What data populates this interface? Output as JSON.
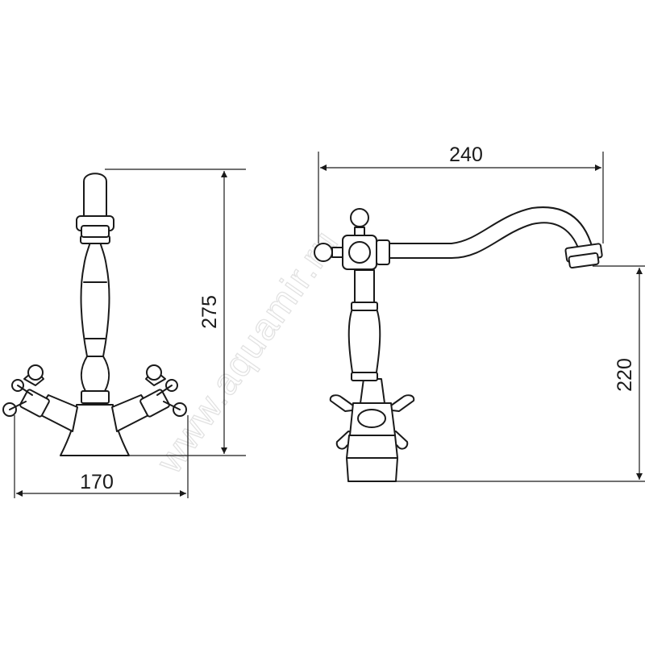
{
  "drawing": {
    "watermark": "www.aquamir.ru",
    "front_view": {
      "width_label": "170",
      "height_label": "275"
    },
    "side_view": {
      "reach_label": "240",
      "spout_height_label": "220"
    }
  }
}
